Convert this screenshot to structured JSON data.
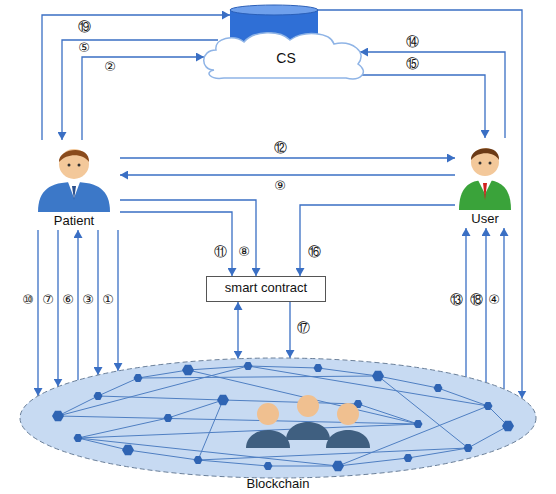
{
  "diagram": {
    "nodes": [
      {
        "text": [
          "CS"
        ]
      },
      {
        "text": [
          "Patient"
        ]
      },
      {
        "text": [
          "User"
        ]
      },
      {
        "text": [
          "smart contract"
        ]
      },
      {
        "text": [
          "Blockchain"
        ]
      }
    ],
    "edges": [
      {
        "from": 1,
        "to": 0,
        "arrow": "to",
        "label": "⑲"
      },
      {
        "from": 0,
        "to": 1,
        "arrow": "to",
        "label": "⑤"
      },
      {
        "from": 1,
        "to": 0,
        "arrow": "to",
        "label": "②"
      },
      {
        "from": 2,
        "to": 0,
        "arrow": "to",
        "label": "⑭"
      },
      {
        "from": 0,
        "to": 2,
        "arrow": "to",
        "label": "⑮"
      },
      {
        "from": 0,
        "to": 4,
        "arrow": "to"
      },
      {
        "from": 1,
        "to": 2,
        "arrow": "to",
        "label": "⑫"
      },
      {
        "from": 2,
        "to": 1,
        "arrow": "to",
        "label": "⑨"
      },
      {
        "from": 1,
        "to": 3,
        "arrow": "to",
        "label": "⑪"
      },
      {
        "from": 1,
        "to": 3,
        "arrow": "to",
        "label": "⑧"
      },
      {
        "from": 2,
        "to": 3,
        "arrow": "to",
        "label": "⑯"
      },
      {
        "from": 3,
        "to": 4,
        "arrow": "to",
        "label": "⑰"
      },
      {
        "from": 3,
        "to": 4,
        "arrow": "both"
      },
      {
        "from": 1,
        "to": 4,
        "arrow": "to",
        "label": "⑩"
      },
      {
        "from": 1,
        "to": 4,
        "arrow": "to",
        "label": "⑦"
      },
      {
        "from": 4,
        "to": 1,
        "arrow": "to",
        "label": "⑥"
      },
      {
        "from": 1,
        "to": 4,
        "arrow": "to",
        "label": "③"
      },
      {
        "from": 1,
        "to": 4,
        "arrow": "to",
        "label": "①"
      },
      {
        "from": 4,
        "to": 2,
        "arrow": "to",
        "label": "⑬"
      },
      {
        "from": 4,
        "to": 2,
        "arrow": "to",
        "label": "⑱"
      },
      {
        "from": 4,
        "to": 2,
        "arrow": "to",
        "label": "④"
      }
    ]
  }
}
